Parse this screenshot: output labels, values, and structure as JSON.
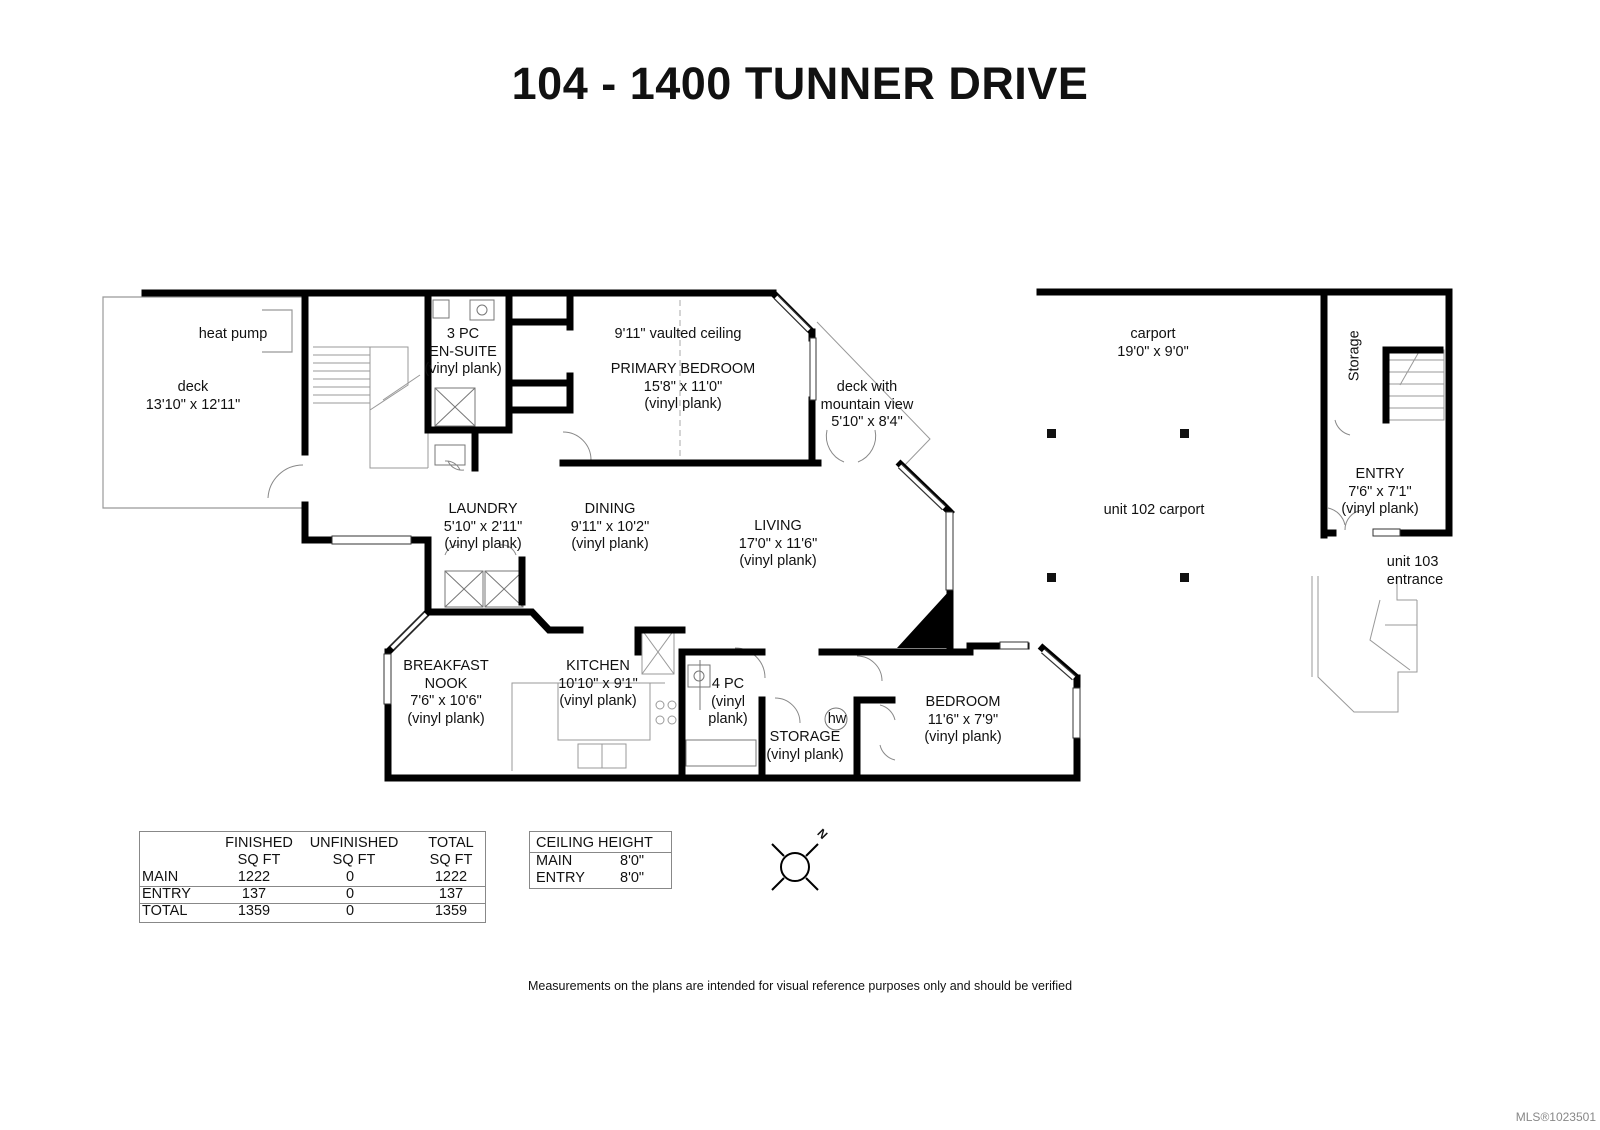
{
  "title": "104 - 1400 TUNNER DRIVE",
  "rooms": {
    "heat_pump": "heat pump",
    "deck": {
      "name": "deck",
      "size": "13'10\" x 12'11\""
    },
    "ensuite": {
      "name1": "3 PC",
      "name2": "EN-SUITE",
      "floor": "(vinyl plank)"
    },
    "vaulted": "9'11\" vaulted ceiling",
    "primary": {
      "name": "PRIMARY BEDROOM",
      "size": "15'8\" x 11'0\"",
      "floor": "(vinyl plank)"
    },
    "deck_view": {
      "name1": "deck with",
      "name2": "mountain view",
      "size": "5'10\" x 8'4\""
    },
    "carport": {
      "name": "carport",
      "size": "19'0\" x 9'0\""
    },
    "unit102": "unit 102 carport",
    "storage_entry": "Storage",
    "entry": {
      "name": "ENTRY",
      "size": "7'6\" x 7'1\"",
      "floor": "(vinyl plank)"
    },
    "unit103": {
      "line1": "unit 103",
      "line2": "entrance"
    },
    "laundry": {
      "name": "LAUNDRY",
      "size": "5'10\" x 2'11\"",
      "floor": "(vinyl plank)"
    },
    "dining": {
      "name": "DINING",
      "size": "9'11\" x 10'2\"",
      "floor": "(vinyl plank)"
    },
    "living": {
      "name": "LIVING",
      "size": "17'0\" x 11'6\"",
      "floor": "(vinyl plank)"
    },
    "nook": {
      "name1": "BREAKFAST",
      "name2": "NOOK",
      "size": "7'6\" x 10'6\"",
      "floor": "(vinyl plank)"
    },
    "kitchen": {
      "name": "KITCHEN",
      "size": "10'10\" x 9'1\"",
      "floor": "(vinyl plank)"
    },
    "bath4": {
      "name": "4 PC",
      "floor1": "(vinyl",
      "floor2": "plank)"
    },
    "hw": "hw",
    "storage": {
      "name": "STORAGE",
      "floor": "(vinyl plank)"
    },
    "bedroom": {
      "name": "BEDROOM",
      "size": "11'6\" x 7'9\"",
      "floor": "(vinyl plank)"
    }
  },
  "area_table": {
    "headers": [
      {
        "line1": "FINISHED",
        "line2": "SQ FT"
      },
      {
        "line1": "UNFINISHED",
        "line2": "SQ FT"
      },
      {
        "line1": "TOTAL",
        "line2": "SQ FT"
      }
    ],
    "rows": [
      {
        "label": "MAIN",
        "finished": "1222",
        "unfinished": "0",
        "total": "1222"
      },
      {
        "label": "ENTRY",
        "finished": "137",
        "unfinished": "0",
        "total": "137"
      },
      {
        "label": "TOTAL",
        "finished": "1359",
        "unfinished": "0",
        "total": "1359"
      }
    ]
  },
  "ceiling_table": {
    "header": "CEILING HEIGHT",
    "rows": [
      {
        "label": "MAIN",
        "value": "8'0\""
      },
      {
        "label": "ENTRY",
        "value": "8'0\""
      }
    ]
  },
  "compass": "N",
  "disclaimer": "Measurements on the plans are intended for visual reference purposes only and should be verified",
  "mls": "MLS®1023501"
}
